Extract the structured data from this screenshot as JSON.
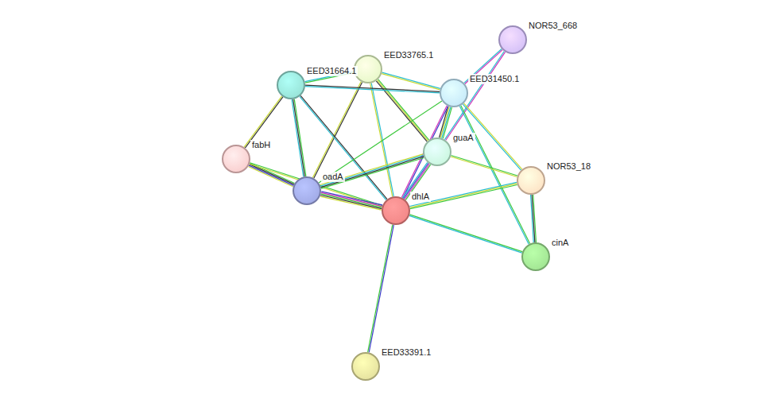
{
  "diagram": {
    "nodes": [
      {
        "text": [
          "NOR53_668"
        ]
      },
      {
        "text": [
          "EED33765.1"
        ]
      },
      {
        "text": [
          "EED31664.1"
        ]
      },
      {
        "text": [
          "EED31450.1"
        ]
      },
      {
        "text": [
          "fabH"
        ]
      },
      {
        "text": [
          "guaA"
        ]
      },
      {
        "text": [
          "NOR53_18"
        ]
      },
      {
        "text": [
          "oadA"
        ]
      },
      {
        "text": [
          "dhlA"
        ]
      },
      {
        "text": [
          "cinA"
        ]
      },
      {
        "text": [
          "EED33391.1"
        ]
      }
    ],
    "edges": [
      {
        "from": 0,
        "to": 3,
        "arrow": "none"
      },
      {
        "from": 0,
        "to": 5,
        "arrow": "none"
      },
      {
        "from": 1,
        "to": 2,
        "arrow": "none"
      },
      {
        "from": 1,
        "to": 3,
        "arrow": "none"
      },
      {
        "from": 1,
        "to": 5,
        "arrow": "none"
      },
      {
        "from": 1,
        "to": 7,
        "arrow": "none"
      },
      {
        "from": 1,
        "to": 8,
        "arrow": "none"
      },
      {
        "from": 2,
        "to": 3,
        "arrow": "none"
      },
      {
        "from": 2,
        "to": 4,
        "arrow": "none"
      },
      {
        "from": 2,
        "to": 7,
        "arrow": "none"
      },
      {
        "from": 2,
        "to": 8,
        "arrow": "none"
      },
      {
        "from": 3,
        "to": 5,
        "arrow": "none"
      },
      {
        "from": 3,
        "to": 8,
        "arrow": "none"
      },
      {
        "from": 3,
        "to": 7,
        "arrow": "none"
      },
      {
        "from": 3,
        "to": 6,
        "arrow": "none"
      },
      {
        "from": 3,
        "to": 9,
        "arrow": "none"
      },
      {
        "from": 4,
        "to": 7,
        "arrow": "none"
      },
      {
        "from": 4,
        "to": 8,
        "arrow": "none"
      },
      {
        "from": 5,
        "to": 7,
        "arrow": "none"
      },
      {
        "from": 5,
        "to": 8,
        "arrow": "none"
      },
      {
        "from": 5,
        "to": 6,
        "arrow": "none"
      },
      {
        "from": 7,
        "to": 8,
        "arrow": "none"
      },
      {
        "from": 8,
        "to": 6,
        "arrow": "none"
      },
      {
        "from": 8,
        "to": 9,
        "arrow": "none"
      },
      {
        "from": 6,
        "to": 9,
        "arrow": "none"
      },
      {
        "from": 8,
        "to": 10,
        "arrow": "none"
      }
    ]
  }
}
